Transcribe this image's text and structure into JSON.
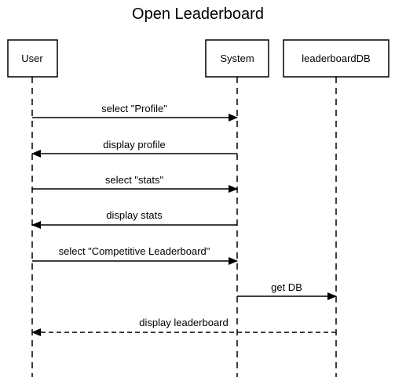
{
  "title": "Open Leaderboard",
  "colors": {
    "stroke": "#000000",
    "background": "#ffffff",
    "box_fill": "#ffffff"
  },
  "participants": [
    {
      "id": "user",
      "label": "User"
    },
    {
      "id": "system",
      "label": "System"
    },
    {
      "id": "leaderboarddb",
      "label": "leaderboardDB"
    }
  ],
  "messages": [
    {
      "from": "user",
      "to": "system",
      "label": "select \"Profile\"",
      "style": "solid"
    },
    {
      "from": "system",
      "to": "user",
      "label": "display profile",
      "style": "solid"
    },
    {
      "from": "user",
      "to": "system",
      "label": "select \"stats\"",
      "style": "solid"
    },
    {
      "from": "system",
      "to": "user",
      "label": "display stats",
      "style": "solid"
    },
    {
      "from": "user",
      "to": "system",
      "label": "select \"Competitive Leaderboard\"",
      "style": "solid"
    },
    {
      "from": "system",
      "to": "leaderboarddb",
      "label": "get DB",
      "style": "solid"
    },
    {
      "from": "leaderboarddb",
      "to": "user",
      "label": "display leaderboard",
      "style": "dashed"
    }
  ]
}
